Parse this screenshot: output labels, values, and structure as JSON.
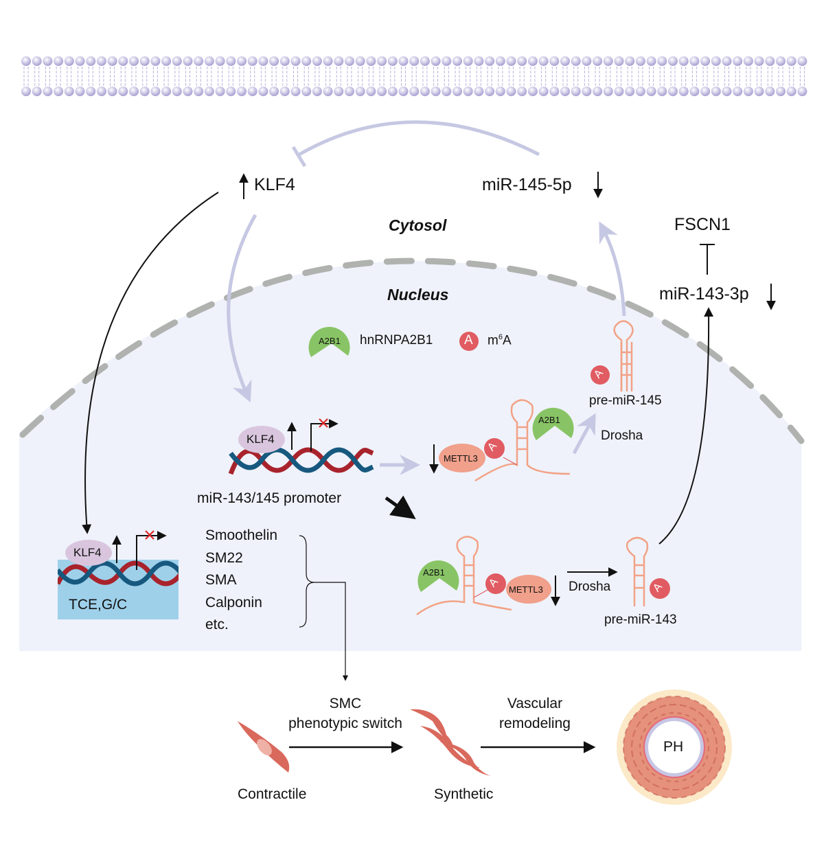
{
  "compartments": {
    "cytosol": "Cytosol",
    "nucleus": "Nucleus"
  },
  "legend": {
    "a2b1_badge": "A2B1",
    "a2b1_label": "hnRNPA2B1",
    "m6a_badge": "A",
    "m6a_label": "m",
    "m6a_superscript": "6",
    "m6a_label_suffix": "A"
  },
  "cytosol_nodes": {
    "klf4": {
      "label": "KLF4",
      "trend": "up"
    },
    "mir145_5p": {
      "label": "miR-145-5p",
      "trend": "down"
    },
    "fscn1": {
      "label": "FSCN1"
    },
    "mir143_3p": {
      "label": "miR-143-3p",
      "trend": "down"
    }
  },
  "promoter": {
    "klf4_label": "KLF4",
    "caption": "miR-143/145 promoter"
  },
  "upper_processing": {
    "mettl3_label": "METTL3",
    "a2b1_label": "A2B1",
    "m6a_badge": "A",
    "enzyme": "Drosha",
    "product": "pre-miR-145"
  },
  "lower_processing": {
    "mettl3_label": "METTL3",
    "a2b1_label": "A2B1",
    "m6a_badge": "A",
    "enzyme": "Drosha",
    "product": "pre-miR-143"
  },
  "smc_gene_box": {
    "klf4_label": "KLF4",
    "element_label": "TCE,G/C",
    "genes": [
      "Smoothelin",
      "SM22",
      "SMA",
      "Calponin",
      "etc."
    ]
  },
  "bottom_pathway": {
    "switch_label_line1": "SMC",
    "switch_label_line2": "phenotypic switch",
    "remodel_label_line1": "Vascular",
    "remodel_label_line2": "remodeling",
    "contractile": "Contractile",
    "synthetic": "Synthetic",
    "outcome": "PH"
  },
  "colors": {
    "membrane_head": "#b9b3dc",
    "nucleus_fill": "#eff2fa",
    "nucleus_border": "#b0b2b0",
    "regulation_arrow": "#c6c8e3",
    "a2b1_green": "#88c465",
    "m6a_red": "#e05c62",
    "mettl3_salmon": "#f0a08b",
    "rna_strand": "#f2a286",
    "klf4_lilac": "#d9c6de",
    "dna_red": "#a8232c",
    "dna_blue": "#17587f",
    "tce_box": "#9ed0ea",
    "cell_red": "#d9695c",
    "vessel_outer": "#fbe9c8"
  }
}
